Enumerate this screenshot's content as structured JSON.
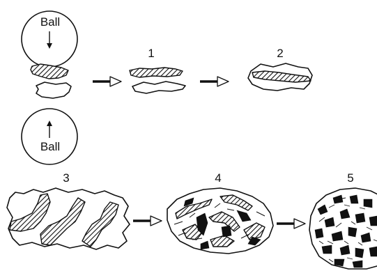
{
  "figure": {
    "ball_top_label": "Ball",
    "ball_bottom_label": "Ball",
    "steps": [
      "1",
      "2",
      "3",
      "4",
      "5"
    ]
  },
  "colors": {
    "ink": "#111111",
    "background": "#ffffff"
  }
}
